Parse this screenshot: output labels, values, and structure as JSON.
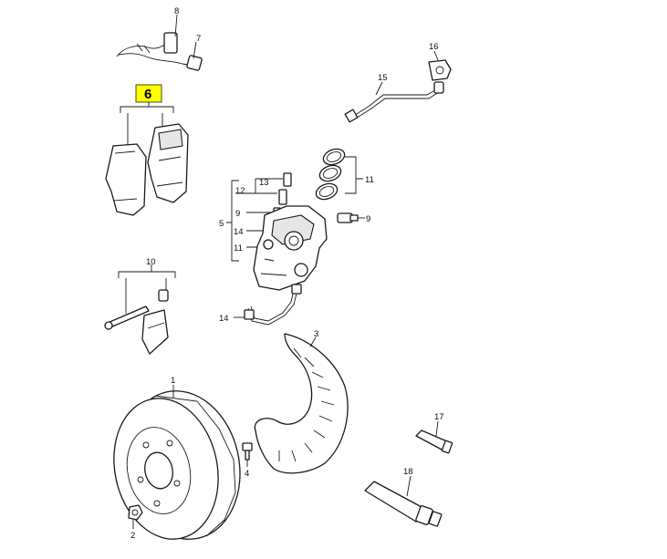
{
  "highlight": {
    "label": "6",
    "color": "#ffff00"
  },
  "callouts": {
    "c1": "1",
    "c2": "2",
    "c3": "3",
    "c4": "4",
    "c5": "5",
    "c7": "7",
    "c8": "8",
    "c9a": "9",
    "c9b": "9",
    "c10": "10",
    "c11a": "11",
    "c11b": "11",
    "c12": "12",
    "c13": "13",
    "c14a": "14",
    "c14b": "14",
    "c15": "15",
    "c16": "16",
    "c17": "17",
    "c18": "18"
  },
  "colors": {
    "line": "#1a1a1a",
    "background": "#ffffff"
  }
}
